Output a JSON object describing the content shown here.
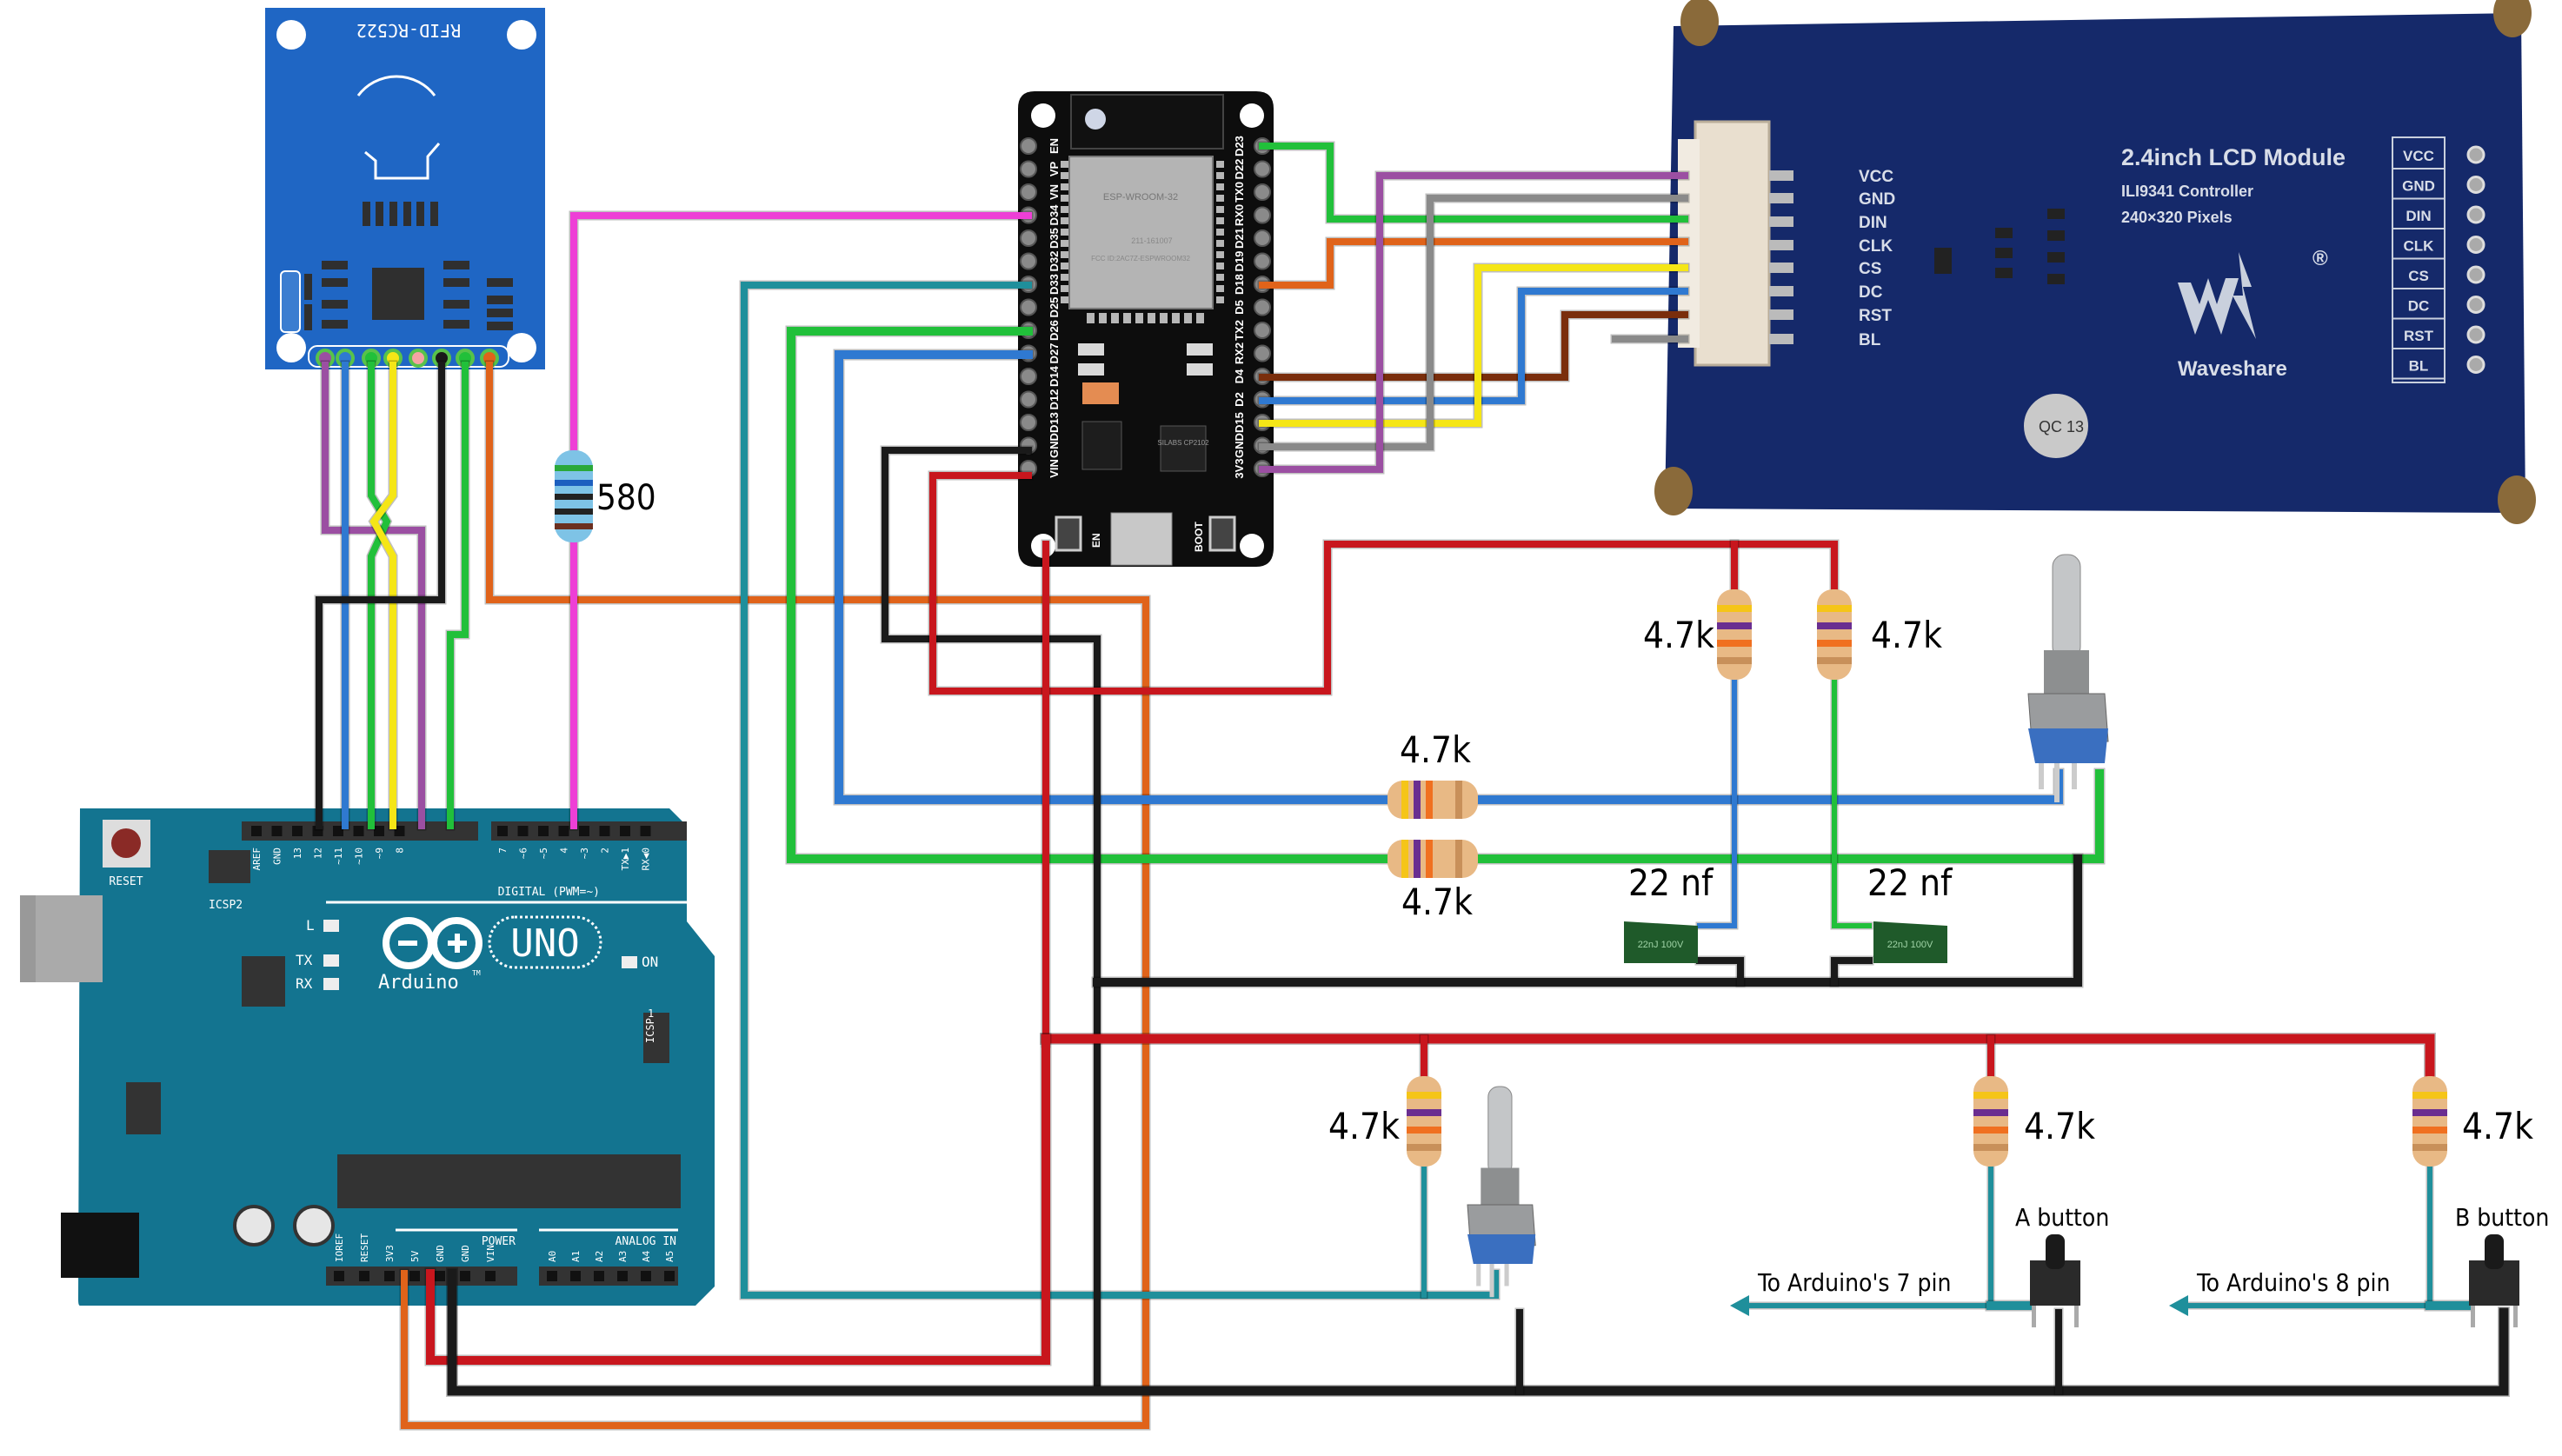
{
  "diagram": {
    "title": "ESP32 + Arduino UNO wiring diagram with RFID-RC522, 2.4inch LCD, rotary encoders and buttons"
  },
  "rfid": {
    "label": "RFID-RC522"
  },
  "esp32": {
    "left_pins": [
      "EN",
      "VP",
      "VN",
      "D34",
      "D35",
      "D32",
      "D33",
      "D25",
      "D26",
      "D27",
      "D14",
      "D12",
      "D13",
      "GND",
      "VIN"
    ],
    "right_pins": [
      "D23",
      "D22",
      "TX0",
      "RX0",
      "D21",
      "D19",
      "D18",
      "D5",
      "TX2",
      "RX2",
      "D4",
      "D2",
      "D15",
      "GND",
      "3V3"
    ],
    "module_label": "ESP-WROOM-32",
    "fcc_label": "FCC ID:2AC7Z-ESPWROOM32",
    "cert_label": "211-161007",
    "chip_label": "SILABS CP2102",
    "en_button": "EN",
    "boot_button": "BOOT"
  },
  "lcd": {
    "title": "2.4inch LCD Module",
    "controller": "ILI9341 Controller",
    "resolution": "240×320 Pixels",
    "brand": "Waveshare",
    "registered": "®",
    "qc": "QC 13",
    "connector_pins": [
      "VCC",
      "GND",
      "DIN",
      "CLK",
      "CS",
      "DC",
      "RST",
      "BL"
    ],
    "side_pins": [
      "VCC",
      "GND",
      "DIN",
      "CLK",
      "CS",
      "DC",
      "RST",
      "BL"
    ]
  },
  "arduino": {
    "reset_label": "RESET",
    "icsp2_label": "ICSP2",
    "icsp_label": "ICSP",
    "icsp_pin1": "1",
    "brand": "Arduino",
    "tm": "TM",
    "model": "UNO",
    "led_l": "L",
    "led_tx": "TX",
    "led_rx": "RX",
    "led_on": "ON",
    "digital_label": "DIGITAL (PWM=~)",
    "digital_pins": [
      "AREF",
      "GND",
      "13",
      "12",
      "~11",
      "~10",
      "~9",
      "8",
      "7",
      "~6",
      "~5",
      "4",
      "~3",
      "2",
      "TX▶1",
      "RX◀0"
    ],
    "power_label": "POWER",
    "power_pins": [
      "IOREF",
      "RESET",
      "3V3",
      "5V",
      "GND",
      "GND",
      "VIN"
    ],
    "analog_label": "ANALOG IN",
    "analog_pins": [
      "A0",
      "A1",
      "A2",
      "A3",
      "A4",
      "A5"
    ]
  },
  "components": {
    "resistor_580": "580",
    "r_top_left": "4.7k",
    "r_top_right": "4.7k",
    "r_mid_blue": "4.7k",
    "r_mid_green": "4.7k",
    "cap_left": "22 nf",
    "cap_right": "22 nf",
    "cap_marking": "22nJ 100V",
    "r_bottom_enc": "4.7k",
    "r_bottom_a": "4.7k",
    "r_bottom_b": "4.7k",
    "button_a": "A button",
    "button_b": "B button",
    "arrow_a": "To Arduino's 7 pin",
    "arrow_b": "To Arduino's 8 pin"
  },
  "colors": {
    "red": "#c8161d",
    "black": "#1a1a1a",
    "blue": "#2f79d1",
    "green": "#21c03a",
    "yellow": "#f5e616",
    "purple": "#9b4fa2",
    "magenta": "#ee3fd6",
    "orange": "#e0631a",
    "teal": "#1f8f9b",
    "brown": "#7a2e0c",
    "gray": "#8a8a8a",
    "arduino_pcb": "#137490",
    "rfid_pcb": "#1f66c4",
    "lcd_pcb": "#162c6b",
    "esp_pcb": "#0d0d0d"
  }
}
